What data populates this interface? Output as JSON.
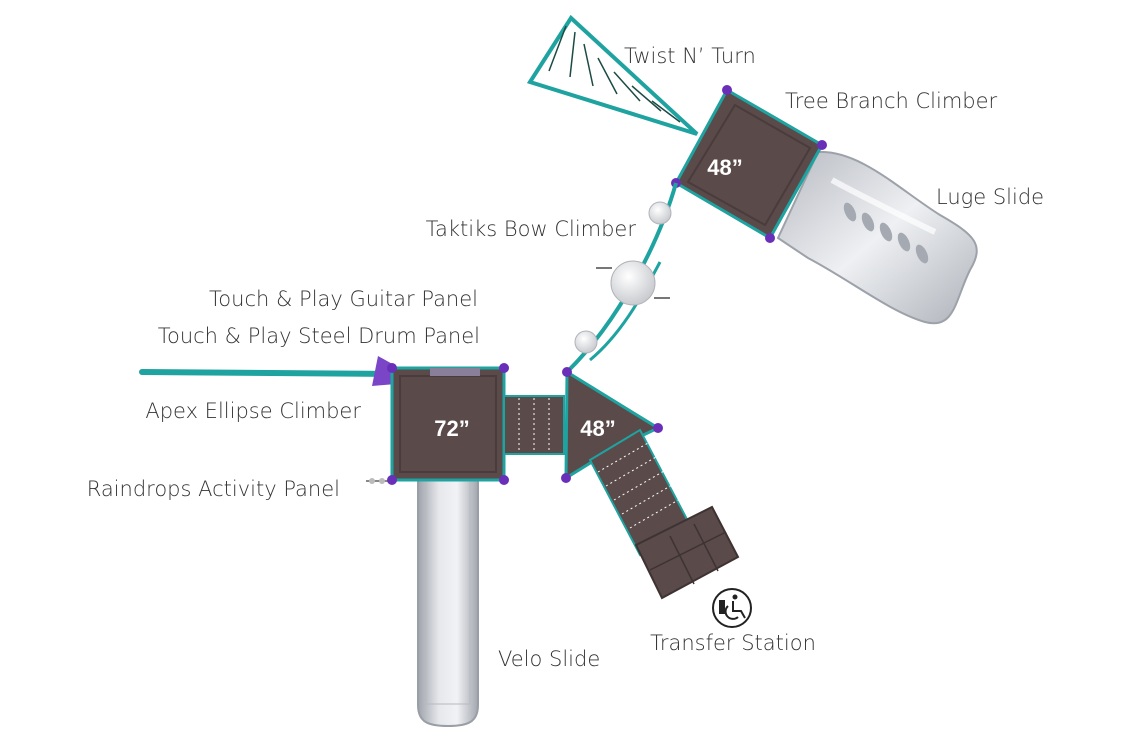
{
  "labels": {
    "twist_n_turn": "Twist N’ Turn",
    "tree_branch_climber": "Tree Branch Climber",
    "luge_slide": "Luge Slide",
    "taktiks_bow_climber": "Taktiks Bow Climber",
    "guitar_panel": "Touch & Play Guitar Panel",
    "steel_drum_panel": "Touch & Play Steel Drum Panel",
    "apex_ellipse_climber": "Apex Ellipse Climber",
    "raindrops_activity_panel": "Raindrops Activity Panel",
    "velo_slide": "Velo Slide",
    "transfer_station": "Transfer Station"
  },
  "decks": {
    "deck_72": "72”",
    "deck_48_center": "48”",
    "deck_48_top": "48”"
  },
  "icons": {
    "transfer": "wheelchair-transfer-icon"
  },
  "colors": {
    "deck": "#5a4a4a",
    "deck_edge": "#3e3232",
    "teal": "#1fa3a0",
    "post": "#6a2fb8",
    "slide": "#c9ccd3",
    "text": "#333333"
  }
}
